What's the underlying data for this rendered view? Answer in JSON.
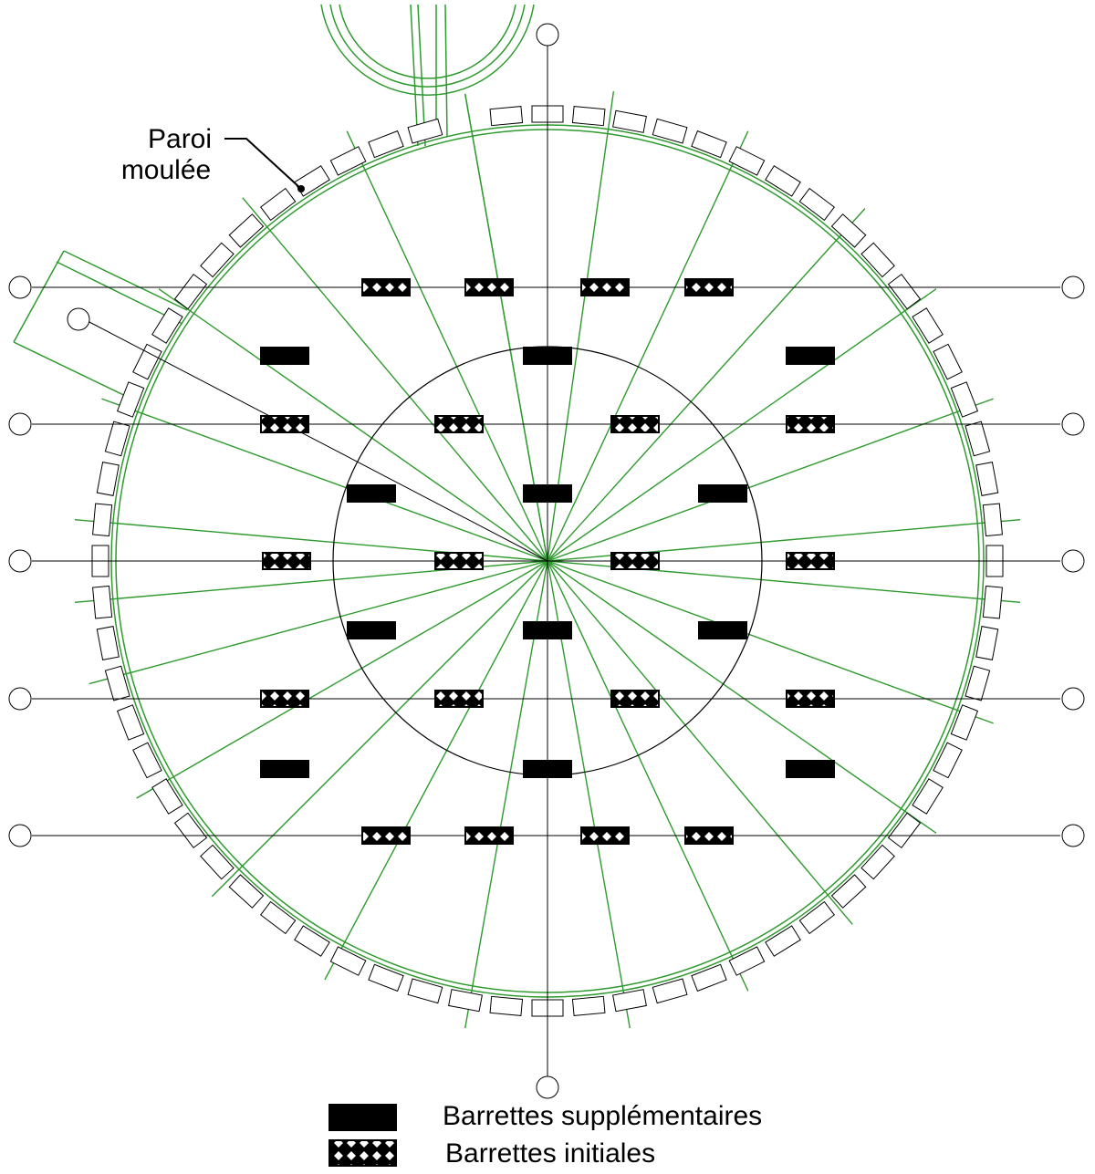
{
  "annotation": {
    "line1": "Paroi",
    "line2": "moulée"
  },
  "legend": {
    "supplementary": "Barrettes supplémentaires",
    "initial": "Barrettes initiales"
  },
  "colors": {
    "green": "#2e9a2e",
    "black": "#000000"
  }
}
